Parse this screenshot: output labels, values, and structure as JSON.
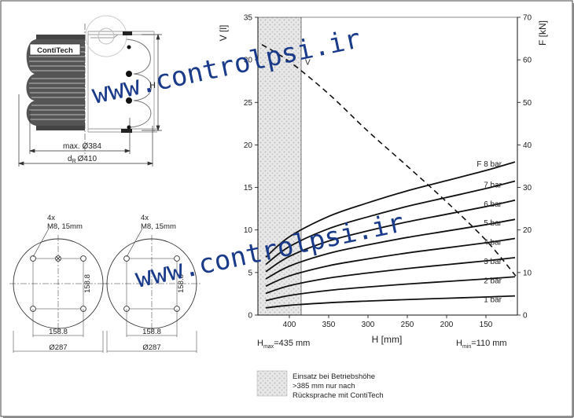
{
  "product": {
    "brand_label": "ContiTech",
    "dim_outer": "max. Ø384",
    "dim_dr_prefix": "d",
    "dim_dr_sub": "R",
    "dim_dr_value": "Ø410",
    "height_marker": "H"
  },
  "plates": [
    {
      "holes_line1": "4x",
      "holes_line2": "M8, 15mm",
      "dim_horizontal": "158.8",
      "dim_vertical": "158.8",
      "dim_diameter": "Ø287"
    },
    {
      "holes_line1": "4x",
      "holes_line2": "M8, 15mm",
      "dim_horizontal": "158.8",
      "dim_vertical": "158.8",
      "dim_diameter": "Ø287"
    }
  ],
  "chart_data": {
    "type": "line",
    "xlabel": "H [mm]",
    "ylabel_left": "V [l]",
    "ylabel_right": "F [kN]",
    "x_range": [
      440,
      110
    ],
    "x_ticks": [
      400,
      350,
      300,
      250,
      200,
      150
    ],
    "y_left_range": [
      0,
      35
    ],
    "y_left_ticks": [
      0,
      5,
      10,
      15,
      20,
      25,
      30,
      35
    ],
    "y_right_range": [
      0,
      70
    ],
    "y_right_ticks": [
      0,
      10,
      20,
      30,
      40,
      50,
      60,
      70
    ],
    "grid": false,
    "h_max_label": "H",
    "h_max_sub": "max",
    "h_max_value": "=435 mm",
    "h_min_label": "H",
    "h_min_sub": "min",
    "h_min_value": "=110 mm",
    "shaded_region_x": [
      440,
      385
    ],
    "series": [
      {
        "name": "1 bar",
        "x": [
          430,
          400,
          350,
          300,
          250,
          200,
          150,
          113
        ],
        "y": [
          1.7,
          2.3,
          2.9,
          3.3,
          3.65,
          3.95,
          4.25,
          4.5
        ]
      },
      {
        "name": "2 bar",
        "x": [
          430,
          400,
          350,
          300,
          250,
          200,
          150,
          113
        ],
        "y": [
          3.4,
          4.6,
          5.8,
          6.6,
          7.3,
          7.9,
          8.5,
          9.0
        ]
      },
      {
        "name": "3 bar",
        "x": [
          430,
          400,
          350,
          300,
          250,
          200,
          150,
          113
        ],
        "y": [
          5.1,
          6.9,
          8.7,
          9.9,
          10.95,
          11.85,
          12.75,
          13.5
        ]
      },
      {
        "name": "4 bar",
        "x": [
          430,
          400,
          350,
          300,
          250,
          200,
          150,
          113
        ],
        "y": [
          6.8,
          9.2,
          11.6,
          13.2,
          14.6,
          15.8,
          17.0,
          18.0
        ]
      },
      {
        "name": "5 bar",
        "x": [
          430,
          400,
          350,
          300,
          250,
          200,
          150,
          113
        ],
        "y": [
          8.5,
          11.5,
          14.5,
          16.5,
          18.25,
          19.75,
          21.25,
          22.5
        ]
      },
      {
        "name": "6 bar",
        "x": [
          430,
          400,
          350,
          300,
          250,
          200,
          150,
          113
        ],
        "y": [
          10.2,
          13.8,
          17.4,
          19.8,
          21.9,
          23.7,
          25.5,
          27.0
        ]
      },
      {
        "name": "7 bar",
        "x": [
          430,
          400,
          350,
          300,
          250,
          200,
          150,
          113
        ],
        "y": [
          11.9,
          16.1,
          20.3,
          23.1,
          25.55,
          27.65,
          29.75,
          31.5
        ]
      },
      {
        "name": "F 8 bar",
        "x": [
          430,
          400,
          350,
          300,
          250,
          200,
          150,
          113
        ],
        "y": [
          13.6,
          18.4,
          23.2,
          26.4,
          29.2,
          31.6,
          34.0,
          36.0
        ]
      }
    ],
    "volume_series": {
      "name": "V",
      "x": [
        435,
        400,
        350,
        300,
        250,
        200,
        150,
        112
      ],
      "y": [
        31.8,
        29.8,
        26.0,
        21.6,
        17.5,
        13.3,
        8.8,
        4.6
      ]
    },
    "note": [
      "Einsatz bei Betriebshöhe",
      ">385 mm nur nach",
      "Rücksprache mit ContiTech"
    ]
  },
  "watermark": {
    "text": "www.controlpsi.ir"
  }
}
